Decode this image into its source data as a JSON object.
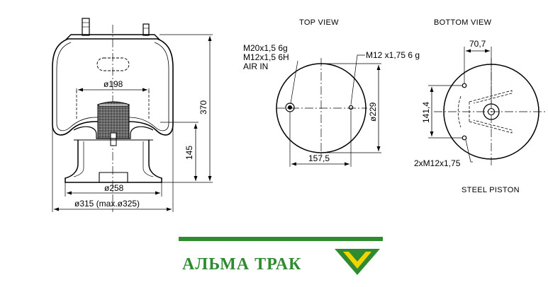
{
  "views": {
    "top": "TOP VIEW",
    "bottom": "BOTTOM VIEW",
    "piston": "STEEL PISTON"
  },
  "dimensions": {
    "d198": "ø198",
    "h370": "370",
    "h145": "145",
    "d258": "ø258",
    "d315": "ø315 (max.ø325)",
    "m20_line1": "M20x1,5  6g",
    "m20_line2": "M12x1,5  6H",
    "m20_line3": "AIR IN",
    "m12": "M12  x1,75  6  g",
    "d229": "ø229",
    "w157": "157,5",
    "w70": "70,7",
    "h141": "141,4",
    "bolts": "2xM12x1,75"
  },
  "brand": {
    "name": "АЛЬМА ТРАК",
    "bar_color": "#2e8b30",
    "text_color": "#2e8b30",
    "mark_green": "#2e8b30",
    "mark_yellow": "#f2d400"
  }
}
